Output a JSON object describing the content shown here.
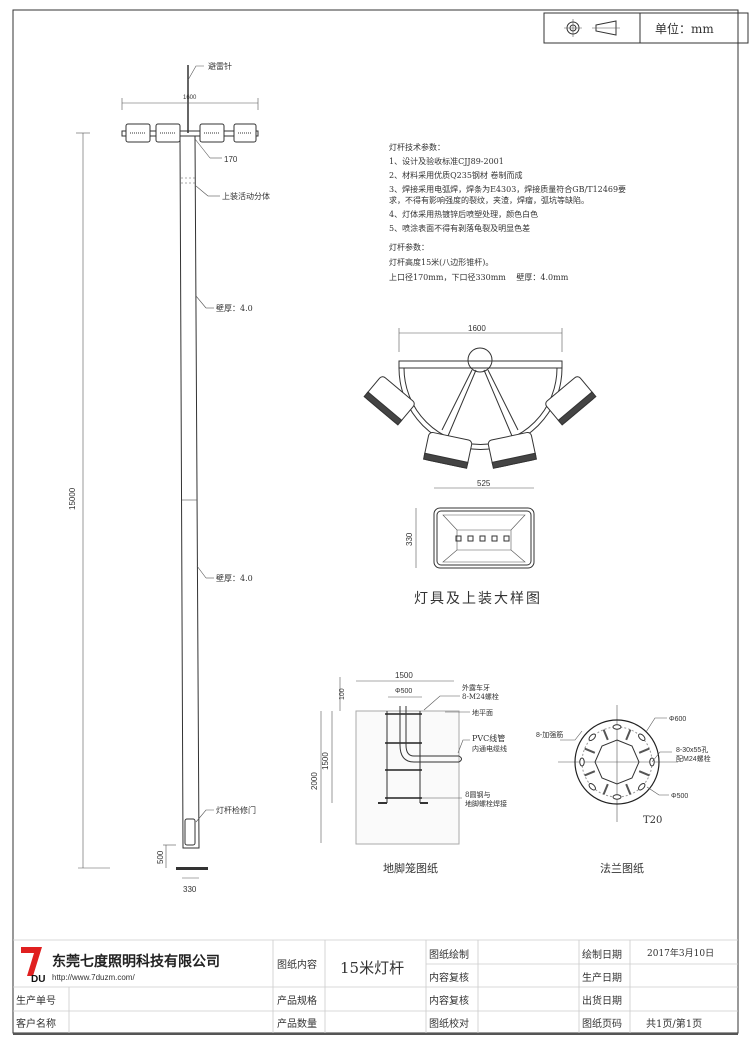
{
  "header": {
    "unit_label": "单位：mm",
    "icons": [
      "projection-symbol-icon"
    ]
  },
  "pole": {
    "lightning_rod": "避雷针",
    "arm_width": "1600",
    "top_diameter": "170",
    "upper_joint": "上装活动分体",
    "wall_upper": "壁厚：4.0",
    "wall_lower": "壁厚：4.0",
    "height": "15000",
    "door": "灯杆检修门",
    "door_height": "500",
    "base_diameter": "330"
  },
  "specs": {
    "title": "灯杆技术参数：",
    "items": [
      "1、设计及验收标准CJJ89-2001",
      "2、材料采用优质Q235钢材 卷制而成",
      "3、焊接采用电弧焊，焊条为E4303，焊接质量符合GB/T12469要",
      "求，不得有影响强度的裂纹，夹渣，焊瘤，弧坑等缺陷。",
      "4、灯体采用热镀锌后喷塑处理，颜色白色",
      "5、喷涂表面不得有剥落龟裂及明显色差"
    ],
    "params_title": "灯杆参数：",
    "params": [
      "灯杆高度15米(八边形锥杆)。",
      "上口径170mm，下口径330mm　 壁厚：4.0mm"
    ]
  },
  "lamp_detail": {
    "width": "1600",
    "lamp_width": "525",
    "lamp_height": "330",
    "caption": "灯具及上装大样图"
  },
  "foundation": {
    "width": "1500",
    "bolt_circle": "Φ500",
    "top_height": "100",
    "cage_depth": "1500",
    "depth": "2000",
    "bolt_note": [
      "外露车牙",
      "8-M24螺栓"
    ],
    "ground": "地平面",
    "pvc_note": [
      "PVC线管",
      "内通电缆线"
    ],
    "steel_note": [
      "8圆钢与",
      "地脚螺栓焊接"
    ],
    "caption": "地脚笼图纸"
  },
  "flange": {
    "outer": "Φ600",
    "ribs": "8-加强筋",
    "holes": [
      "8-30x55孔",
      "配M24螺栓"
    ],
    "bolt_circle": "Φ500",
    "thickness": "T20",
    "caption": "法兰图纸"
  },
  "title_block": {
    "company": "东莞七度照明科技有限公司",
    "logo": "7DU",
    "url": "http://www.7duzm.com/",
    "labels": {
      "content": "图纸内容",
      "drawn": "图纸绘制",
      "draw_date": "绘制日期",
      "review1": "内容复核",
      "prod_date": "生产日期",
      "order_no": "生产单号",
      "spec": "产品规格",
      "review2": "内容复核",
      "ship_date": "出货日期",
      "customer": "客户名称",
      "qty": "产品数量",
      "check": "图纸校对",
      "page": "图纸页码"
    },
    "values": {
      "content": "15米灯杆",
      "draw_date": "2017年3月10日",
      "page": "共1页/第1页"
    }
  },
  "colors": {
    "logo_red": "#e02020",
    "line": "#333333"
  }
}
